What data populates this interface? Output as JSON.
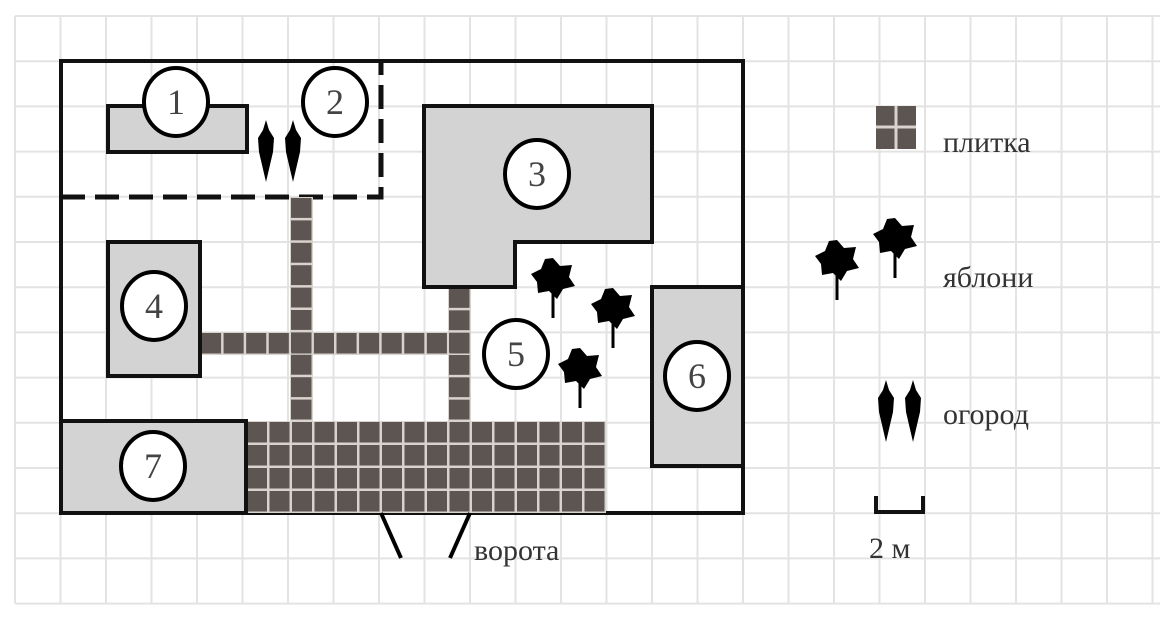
{
  "plan": {
    "objects": [
      {
        "number": "1"
      },
      {
        "number": "2"
      },
      {
        "number": "3"
      },
      {
        "number": "4"
      },
      {
        "number": "5"
      },
      {
        "number": "6"
      },
      {
        "number": "7"
      }
    ],
    "gate_label": "ворота"
  },
  "legend": {
    "tiles": "плитка",
    "apple_trees": "яблони",
    "garden": "огород",
    "scale": "2 м"
  },
  "colors": {
    "tile": "#5c5552",
    "grout": "#d9d3ce",
    "building": "#d3d3d3",
    "grid": "#e3e3e3"
  }
}
